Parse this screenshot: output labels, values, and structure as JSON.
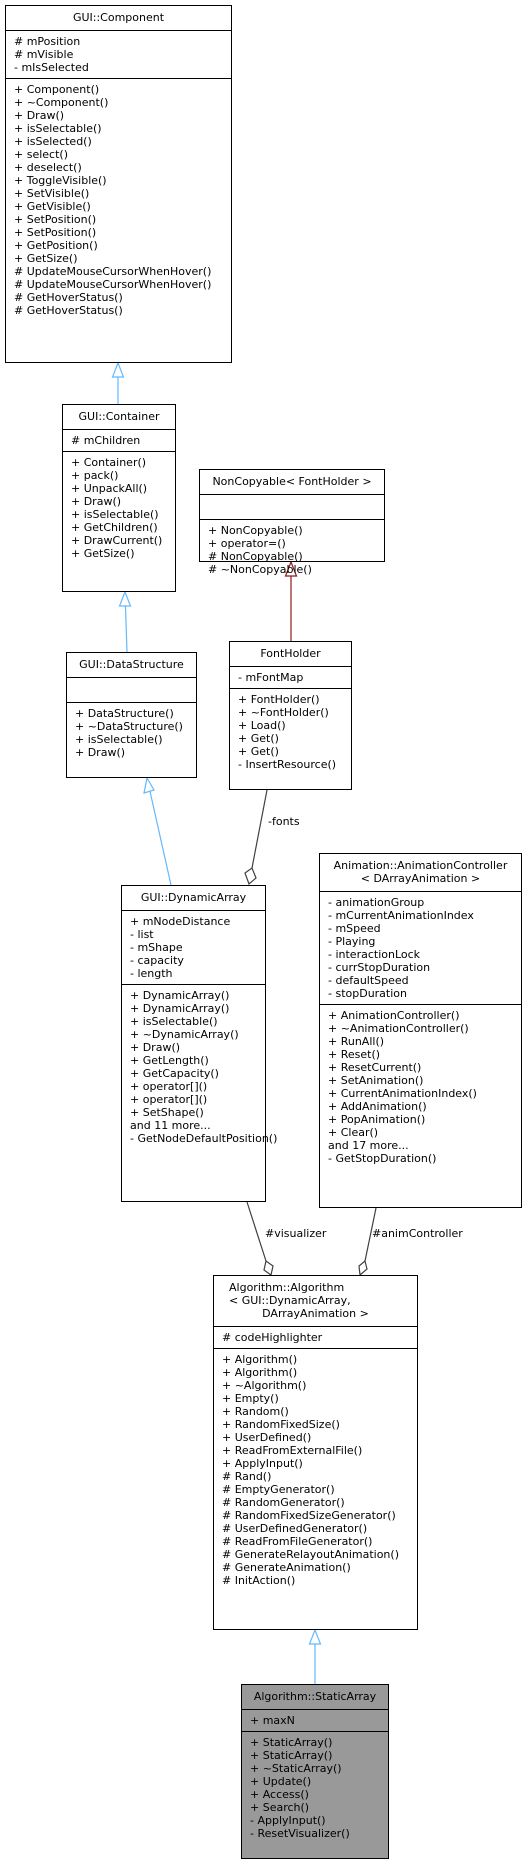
{
  "colors": {
    "inheritance": "#63b8ff",
    "dependency": "#8b1a1a",
    "association": "#404040",
    "highlight": "#999999"
  },
  "classes": {
    "component": {
      "title": [
        "GUI::Component"
      ],
      "attributes": [
        "# mPosition",
        "# mVisible",
        "- mIsSelected"
      ],
      "methods": [
        "+ Component()",
        "+ ~Component()",
        "+ Draw()",
        "+ isSelectable()",
        "+ isSelected()",
        "+ select()",
        "+ deselect()",
        "+ ToggleVisible()",
        "+ SetVisible()",
        "+ GetVisible()",
        "+ SetPosition()",
        "+ SetPosition()",
        "+ GetPosition()",
        "+ GetSize()",
        "# UpdateMouseCursorWhenHover()",
        "# UpdateMouseCursorWhenHover()",
        "# GetHoverStatus()",
        "# GetHoverStatus()"
      ]
    },
    "container": {
      "title": [
        "GUI::Container"
      ],
      "attributes": [
        "# mChildren"
      ],
      "methods": [
        "+ Container()",
        "+ pack()",
        "+ UnpackAll()",
        "+ Draw()",
        "+ isSelectable()",
        "+ GetChildren()",
        "+ DrawCurrent()",
        "+ GetSize()"
      ]
    },
    "noncopyable": {
      "title": [
        "NonCopyable< FontHolder >"
      ],
      "attributes": [],
      "methods": [
        "+ NonCopyable()",
        "+ operator=()",
        "# NonCopyable()",
        "# ~NonCopyable()"
      ]
    },
    "datastructure": {
      "title": [
        "GUI::DataStructure"
      ],
      "attributes": [],
      "methods": [
        "+ DataStructure()",
        "+ ~DataStructure()",
        "+ isSelectable()",
        "+ Draw()"
      ]
    },
    "fontholder": {
      "title": [
        "FontHolder"
      ],
      "attributes": [
        "- mFontMap"
      ],
      "methods": [
        "+ FontHolder()",
        "+ ~FontHolder()",
        "+ Load()",
        "+ Get()",
        "+ Get()",
        "- InsertResource()"
      ]
    },
    "dynamicarray": {
      "title": [
        "GUI::DynamicArray"
      ],
      "attributes": [
        "+ mNodeDistance",
        "- list",
        "- mShape",
        "- capacity",
        "- length"
      ],
      "methods": [
        "+ DynamicArray()",
        "+ DynamicArray()",
        "+ isSelectable()",
        "+ ~DynamicArray()",
        "+ Draw()",
        "+ GetLength()",
        "+ GetCapacity()",
        "+ operator[]()",
        "+ operator[]()",
        "+ SetShape()",
        "and 11 more...",
        "- GetNodeDefaultPosition()"
      ]
    },
    "animcontroller": {
      "title": [
        "Animation::AnimationController",
        "< DArrayAnimation >"
      ],
      "attributes": [
        "- animationGroup",
        "- mCurrentAnimationIndex",
        "- mSpeed",
        "- Playing",
        "- interactionLock",
        "- currStopDuration",
        "- defaultSpeed",
        "- stopDuration"
      ],
      "methods": [
        "+ AnimationController()",
        "+ ~AnimationController()",
        "+ RunAll()",
        "+ Reset()",
        "+ ResetCurrent()",
        "+ SetAnimation()",
        "+ CurrentAnimationIndex()",
        "+ AddAnimation()",
        "+ PopAnimation()",
        "+ Clear()",
        "and 17 more...",
        "- GetStopDuration()"
      ]
    },
    "algorithm": {
      "title": [
        "Algorithm::Algorithm",
        "< GUI::DynamicArray,",
        "DArrayAnimation >"
      ],
      "attributes": [
        "# codeHighlighter"
      ],
      "methods": [
        "+ Algorithm()",
        "+ Algorithm()",
        "+ ~Algorithm()",
        "+ Empty()",
        "+ Random()",
        "+ RandomFixedSize()",
        "+ UserDefined()",
        "+ ReadFromExternalFile()",
        "+ ApplyInput()",
        "# Rand()",
        "# EmptyGenerator()",
        "# RandomGenerator()",
        "# RandomFixedSizeGenerator()",
        "# UserDefinedGenerator()",
        "# ReadFromFileGenerator()",
        "# GenerateRelayoutAnimation()",
        "# GenerateAnimation()",
        "# InitAction()"
      ]
    },
    "staticarray": {
      "title": [
        "Algorithm::StaticArray"
      ],
      "attributes": [
        "+ maxN"
      ],
      "methods": [
        "+ StaticArray()",
        "+ StaticArray()",
        "+ ~StaticArray()",
        "+ Update()",
        "+ Access()",
        "+ Search()",
        "- ApplyInput()",
        "- ResetVisualizer()"
      ]
    }
  },
  "edge_labels": {
    "fonts": "-fonts",
    "visualizer": "#visualizer",
    "anim_controller": "#animController"
  }
}
